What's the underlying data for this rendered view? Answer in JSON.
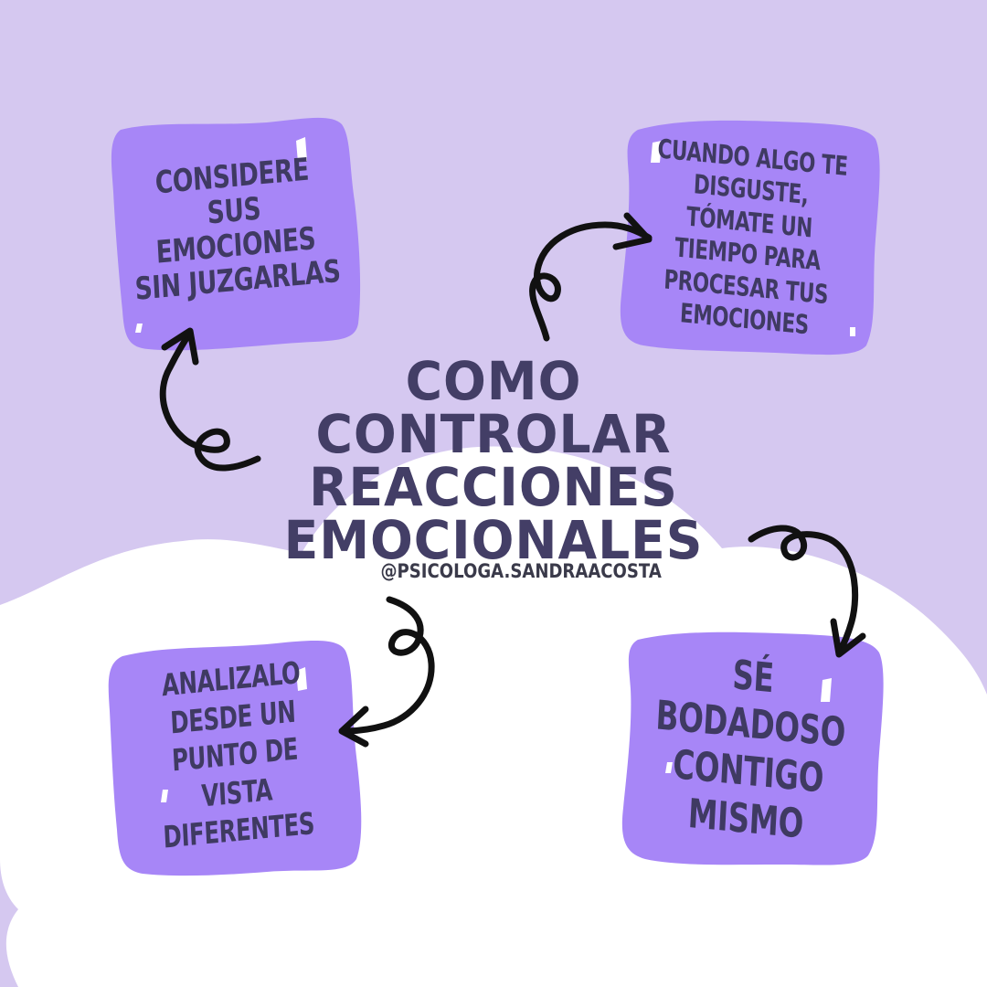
{
  "title": {
    "lines": [
      "COMO",
      "CONTROLAR",
      "REACCIONES",
      "EMOCIONALES"
    ]
  },
  "handle": "@PSICOLOGA.SANDRAACOSTA",
  "boxes": {
    "top_left": {
      "text": "CONSIDERE SUS EMOCIONES SIN JUZGARLAS"
    },
    "top_right": {
      "text": "CUANDO ALGO TE DISGUSTE, TÓMATE UN TIEMPO PARA PROCESAR TUS EMOCIONES"
    },
    "bottom_left": {
      "text": "ANALIZALO DESDE UN PUNTO DE VISTA DIFERENTES"
    },
    "bottom_right": {
      "text": "SÉ BODADOSO CONTIGO MISMO"
    }
  },
  "colors": {
    "background": "#d5c8f0",
    "cloud": "#ffffff",
    "box": "#a786f7",
    "title": "#433e66",
    "box_text": "#3f3a62",
    "arrow": "#111111"
  },
  "icons": {
    "arrows": [
      "curly-arrow-icon"
    ]
  }
}
